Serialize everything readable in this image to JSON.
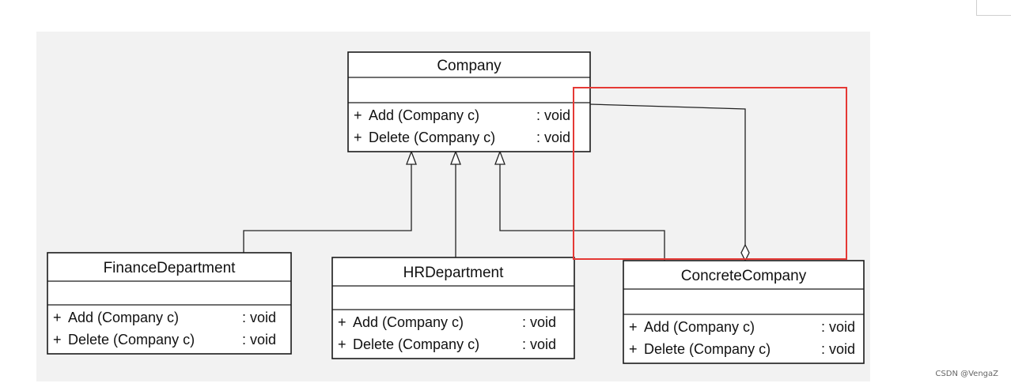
{
  "diagram": {
    "classes": [
      {
        "id": "company",
        "name": "Company",
        "operations": [
          {
            "vis": "+",
            "signature": "Add (Company c)",
            "type": ": void"
          },
          {
            "vis": "+",
            "signature": "Delete (Company c)",
            "type": ": void"
          }
        ]
      },
      {
        "id": "finance",
        "name": "FinanceDepartment",
        "operations": [
          {
            "vis": "+",
            "signature": "Add (Company c)",
            "type": ": void"
          },
          {
            "vis": "+",
            "signature": "Delete (Company c)",
            "type": ": void"
          }
        ]
      },
      {
        "id": "hr",
        "name": "HRDepartment",
        "operations": [
          {
            "vis": "+",
            "signature": "Add (Company c)",
            "type": ": void"
          },
          {
            "vis": "+",
            "signature": "Delete (Company c)",
            "type": ": void"
          }
        ]
      },
      {
        "id": "concrete",
        "name": "ConcreteCompany",
        "operations": [
          {
            "vis": "+",
            "signature": "Add (Company c)",
            "type": ": void"
          },
          {
            "vis": "+",
            "signature": "Delete (Company c)",
            "type": ": void"
          }
        ]
      }
    ],
    "relations": [
      {
        "kind": "generalization",
        "from": "finance",
        "to": "company"
      },
      {
        "kind": "generalization",
        "from": "hr",
        "to": "company"
      },
      {
        "kind": "generalization",
        "from": "concrete",
        "to": "company"
      },
      {
        "kind": "aggregation",
        "whole": "concrete",
        "part": "company"
      }
    ],
    "highlight_color": "#e53935"
  },
  "watermark": "CSDN @VengaZ"
}
